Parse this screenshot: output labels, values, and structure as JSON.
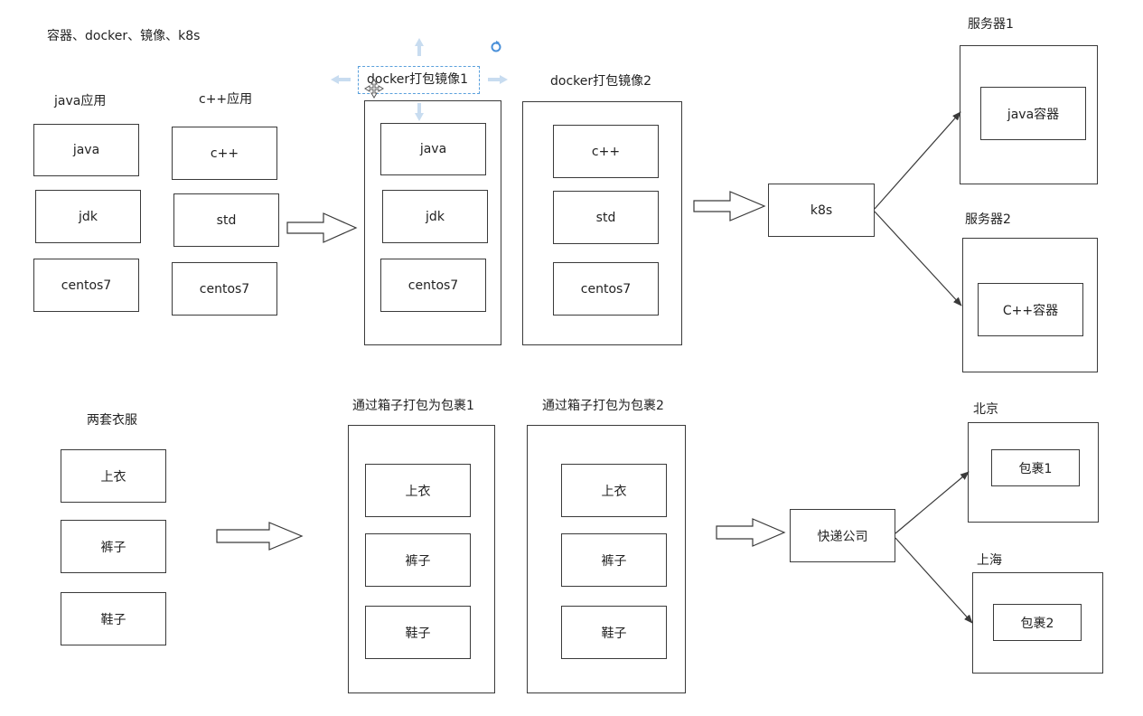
{
  "title": "容器、docker、镜像、k8s",
  "top": {
    "java_group_label": "java应用",
    "cpp_group_label": "c++应用",
    "java_stack": [
      "java",
      "jdk",
      "centos7"
    ],
    "cpp_stack": [
      "c++",
      "std",
      "centos7"
    ],
    "image1_label": "docker打包镜像1",
    "image1_stack": [
      "java",
      "jdk",
      "centos7"
    ],
    "image2_label": "docker打包镜像2",
    "image2_stack": [
      "c++",
      "std",
      "centos7"
    ],
    "k8s_label": "k8s",
    "server1_label": "服务器1",
    "server1_container": "java容器",
    "server2_label": "服务器2",
    "server2_container": "C++容器"
  },
  "bottom": {
    "clothes_label": "两套衣服",
    "clothes_items": [
      "上衣",
      "裤子",
      "鞋子"
    ],
    "package1_label": "通过箱子打包为包裹1",
    "package1_items": [
      "上衣",
      "裤子",
      "鞋子"
    ],
    "package2_label": "通过箱子打包为包裹2",
    "package2_items": [
      "上衣",
      "裤子",
      "鞋子"
    ],
    "courier_label": "快递公司",
    "city1_label": "北京",
    "city1_package": "包裹1",
    "city2_label": "上海",
    "city2_package": "包裹2"
  },
  "colors": {
    "stroke": "#3a3a3a",
    "selection": "#5aa0dc",
    "handle": "#c8dcf0"
  }
}
